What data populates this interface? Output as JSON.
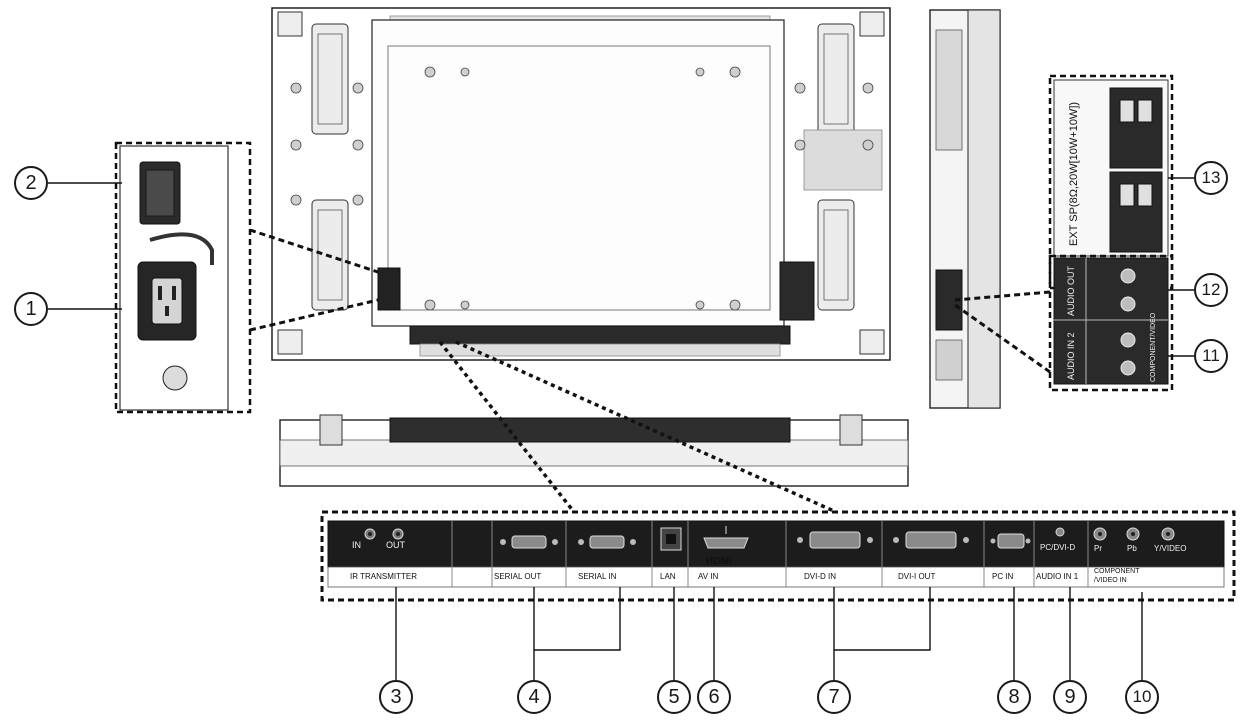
{
  "callouts": [
    "1",
    "2",
    "3",
    "4",
    "5",
    "6",
    "7",
    "8",
    "9",
    "10",
    "11",
    "12",
    "13"
  ],
  "panel": {
    "ir_in": "IN",
    "ir_out": "OUT",
    "ir_transmitter": "IR TRANSMITTER",
    "serial_out": "SERIAL OUT",
    "serial_in": "SERIAL IN",
    "lan": "LAN",
    "hdmi_logo": "HDMI",
    "av_in": "AV IN",
    "dvi_d_in": "DVI-D IN",
    "dvi_i_out": "DVI-I OUT",
    "pc_in": "PC IN",
    "pc_dvi_d": "PC/DVI-D",
    "audio_in_1": "AUDIO IN 1",
    "pr": "Pr",
    "pb": "Pb",
    "y_video": "Y/VIDEO",
    "component_line1": "COMPONENT",
    "component_line2": "/VIDEO IN"
  },
  "side_panel": {
    "speaker_label": "EXT SP(8Ω,20W[10W+10W])",
    "audio_out": "AUDIO OUT",
    "audio_in_2": "AUDIO IN 2",
    "component_video": "COMPONENT/VIDEO"
  }
}
